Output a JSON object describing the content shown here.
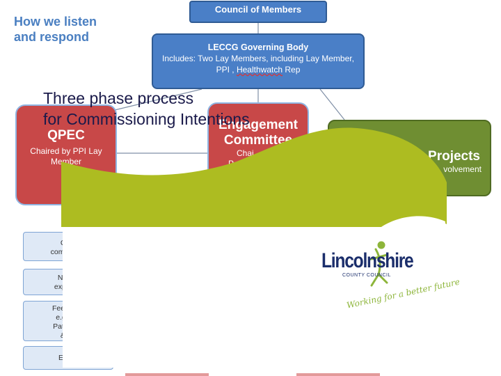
{
  "slide_title": [
    "How we listen",
    "and respond"
  ],
  "council": "Council of Members",
  "governing_body": {
    "title": "LECCG Governing Body",
    "line1": "Includes: Two Lay Members, including Lay Member,",
    "line2_pre": "PPI ,",
    "line2_link": "Healthwatch",
    "line2_post": "Rep"
  },
  "qpec": {
    "title": "QPEC",
    "sub1": "Chaired by PPI Lay",
    "sub2": "Member"
  },
  "engagement": {
    "title1": "Engagement",
    "title2": "Committee",
    "sub1": "Chai",
    "sub2": "P"
  },
  "projects": {
    "title": "Projects",
    "sub": "volvement"
  },
  "small_boxes": [
    {
      "l1": "Com",
      "l2": "complimen"
    },
    {
      "l1": "Nation",
      "l2": "experien"
    },
    {
      "l1": "Feedback",
      "l2": "e.g. NH",
      "l3": "Patient O",
      "l4": "& Fa"
    },
    {
      "l1": "E"
    }
  ],
  "overlay": {
    "line1": "Three phase process",
    "line2": "for Commissioning Intentions"
  },
  "logo": {
    "name": "Lincolnshire",
    "council": "COUNTY COUNCIL",
    "tagline": "Working for a better future"
  },
  "colors": {
    "banner": "#adbc21",
    "blue": "#4a7fc7",
    "red": "#c84848",
    "green": "#6f8e32"
  }
}
